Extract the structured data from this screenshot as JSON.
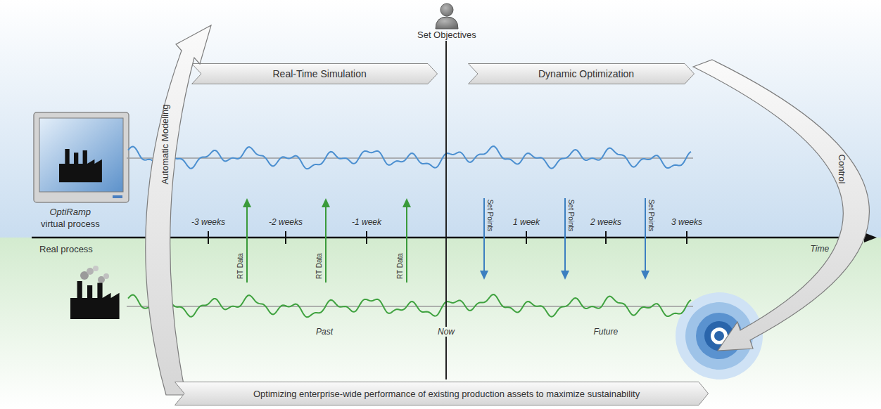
{
  "diagram": {
    "nodes": [
      {
        "text": [
          "Real-Time Simulation"
        ]
      },
      {
        "text": [
          "Dynamic Optimization"
        ]
      },
      {
        "text": [
          "Automatic Modeling"
        ]
      },
      {
        "text": [
          "Control"
        ]
      },
      {
        "text": [
          "Optimizing enterprise-wide performance of existing production assets to maximize sustainability"
        ]
      }
    ],
    "labels": [
      "Set Objectives",
      "OptiRamp",
      "virtual process",
      "Real process",
      "-3 weeks",
      "-2 weeks",
      "-1 week",
      "RT Data",
      "RT Data",
      "RT Data",
      "Set Points",
      "1 week",
      "Set Points",
      "2 weeks",
      "Set Points",
      "3 weeks",
      "Time",
      "Past",
      "Now",
      "Future"
    ]
  }
}
